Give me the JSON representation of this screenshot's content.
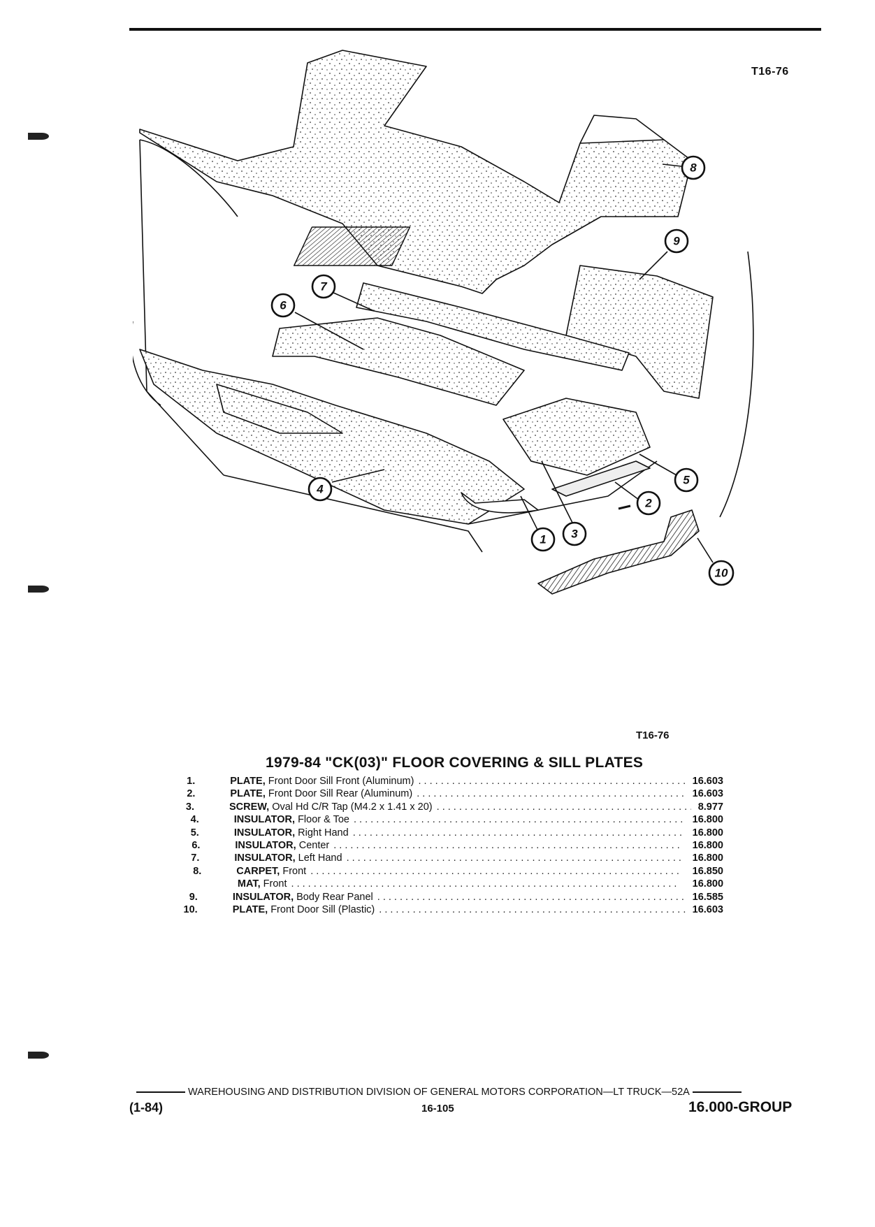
{
  "figure_code": "T16-76",
  "figure_code_caption": "T16-76",
  "callouts": [
    "1",
    "2",
    "3",
    "4",
    "5",
    "6",
    "7",
    "8",
    "9",
    "10"
  ],
  "title": "1979-84 \"CK(03)\" FLOOR COVERING & SILL PLATES",
  "parts": [
    {
      "num": "1.",
      "name": "PLATE,",
      "desc": "Front Door Sill Front (Aluminum)",
      "group": "16.603"
    },
    {
      "num": "2.",
      "name": "PLATE,",
      "desc": "Front Door Sill Rear (Aluminum)",
      "group": "16.603"
    },
    {
      "num": "3.",
      "name": "SCREW,",
      "desc": "Oval Hd C/R Tap (M4.2 x 1.41 x 20)",
      "group": "8.977"
    },
    {
      "num": "4.",
      "name": "INSULATOR,",
      "desc": "Floor & Toe",
      "group": "16.800"
    },
    {
      "num": "5.",
      "name": "INSULATOR,",
      "desc": "Right Hand",
      "group": "16.800"
    },
    {
      "num": "6.",
      "name": "INSULATOR,",
      "desc": "Center",
      "group": "16.800"
    },
    {
      "num": "7.",
      "name": "INSULATOR,",
      "desc": "Left Hand",
      "group": "16.800"
    },
    {
      "num": "8.",
      "name": "CARPET,",
      "desc": "Front",
      "group": "16.850"
    },
    {
      "num": "",
      "name": "MAT,",
      "desc": "Front",
      "group": "16.800"
    },
    {
      "num": "9.",
      "name": "INSULATOR,",
      "desc": "Body Rear Panel",
      "group": "16.585"
    },
    {
      "num": "10.",
      "name": "PLATE,",
      "desc": "Front Door Sill (Plastic)",
      "group": "16.603"
    }
  ],
  "footer": {
    "banner": "WAREHOUSING AND DISTRIBUTION DIVISION OF GENERAL MOTORS CORPORATION—LT TRUCK—52A",
    "date": "(1-84)",
    "page": "16-105",
    "group": "16.000-GROUP"
  }
}
